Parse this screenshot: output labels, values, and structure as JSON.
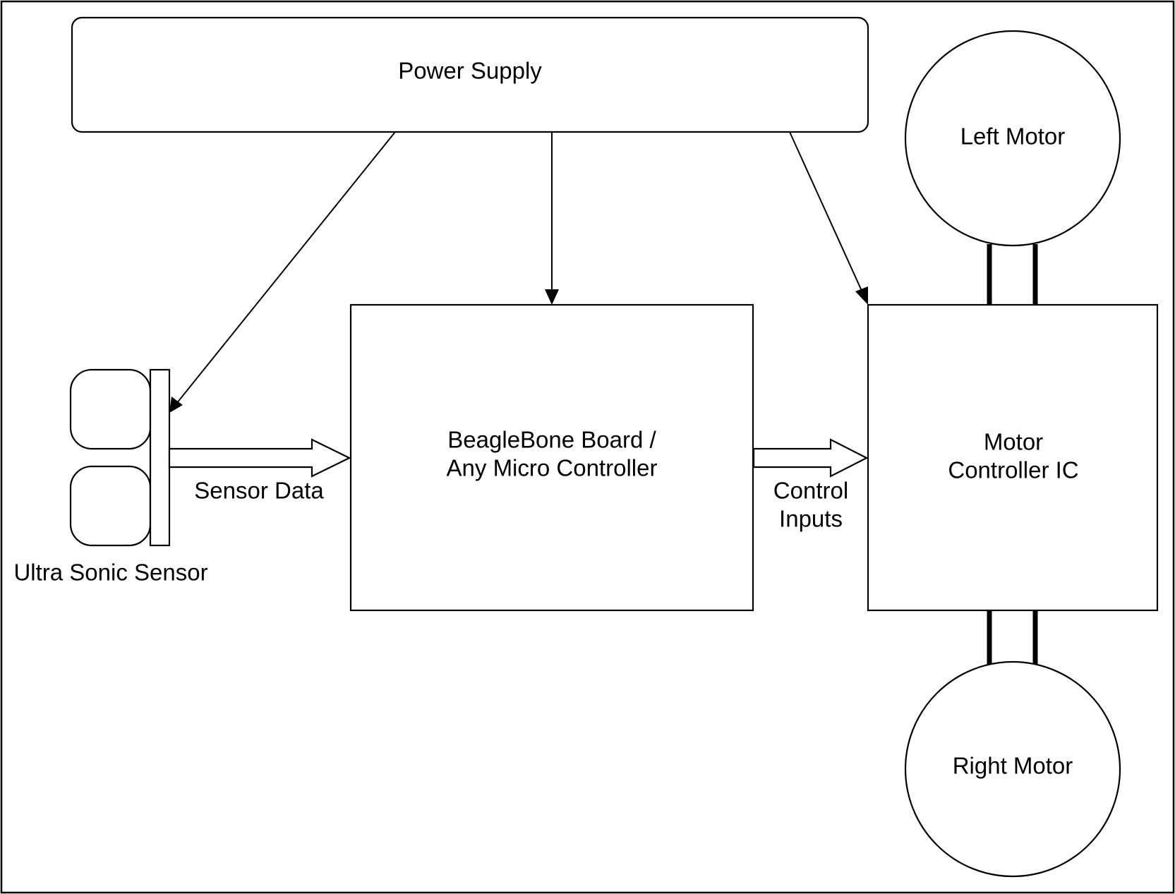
{
  "labels": {
    "power_supply": "Power Supply",
    "left_motor": "Left Motor",
    "right_motor": "Right Motor",
    "controller_line1": "BeagleBone Board /",
    "controller_line2": "Any Micro Controller",
    "motor_ic_line1": "Motor",
    "motor_ic_line2": "Controller IC",
    "sensor_data": "Sensor Data",
    "control_line1": "Control",
    "control_line2": "Inputs",
    "ultrasonic": "Ultra Sonic Sensor"
  },
  "colors": {
    "stroke": "#000000",
    "fill": "#ffffff"
  }
}
